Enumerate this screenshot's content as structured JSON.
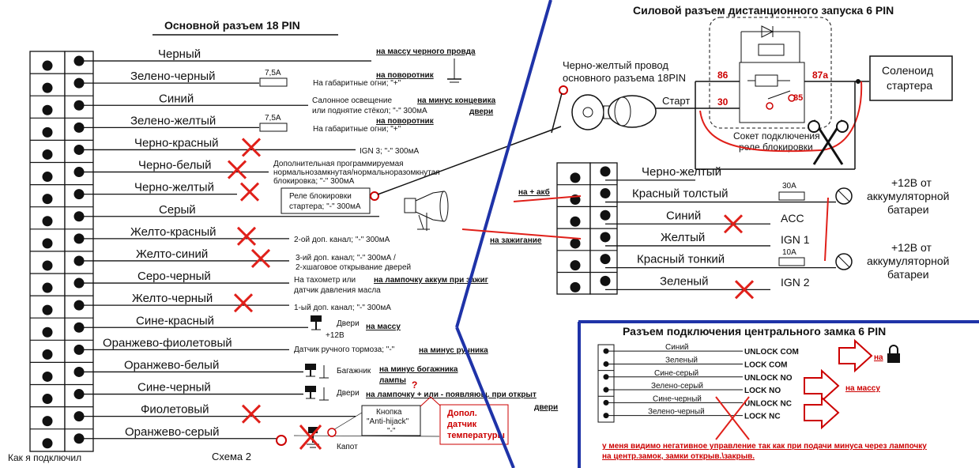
{
  "main": {
    "title": "Основной разъем 18 PIN",
    "scheme": "Схема 2",
    "corner": "Как я подключил",
    "wires": [
      {
        "label": "Черный",
        "cross": false
      },
      {
        "label": "Зелено-черный",
        "cross": false
      },
      {
        "label": "Синий",
        "cross": false
      },
      {
        "label": "Зелено-желтый",
        "cross": false
      },
      {
        "label": "Черно-красный",
        "cross": true
      },
      {
        "label": "Черно-белый",
        "cross": true
      },
      {
        "label": "Черно-желтый",
        "cross": true
      },
      {
        "label": "Серый",
        "cross": false
      },
      {
        "label": "Желто-красный",
        "cross": true
      },
      {
        "label": "Желто-синий",
        "cross": true
      },
      {
        "label": "Серо-черный",
        "cross": false
      },
      {
        "label": "Желто-черный",
        "cross": true
      },
      {
        "label": "Сине-красный",
        "cross": false
      },
      {
        "label": "Оранжево-фиолетовый",
        "cross": false
      },
      {
        "label": "Оранжево-белый",
        "cross": false
      },
      {
        "label": "Сине-черный",
        "cross": false
      },
      {
        "label": "Фиолетовый",
        "cross": true
      },
      {
        "label": "Оранжево-серый",
        "cross": false
      }
    ],
    "texts": {
      "fuse1": "7,5А",
      "fuse2": "7,5А",
      "gab1": "На габаритные огни; \"+\"",
      "gab2": "На габаритные огни; \"+\"",
      "salon1": "Салонное освещение",
      "salon2": "или поднятие стёкол; \"-\" 300мА",
      "ign3": "IGN 3; \"-\" 300мА",
      "prog1": "Дополнительная программируемая",
      "prog2": "нормальнозамкнутая/нормальноразомкнутая",
      "prog3": "блокировка; \"-\" 300мА",
      "relay1": "Реле блокировки",
      "relay2": "стартера; \"-\" 300мА",
      "ch2": "2-ой доп. канал; \"-\" 300мА",
      "ch3a": "3-ий доп. канал; \"-\" 300мА /",
      "ch3b": "2-хшаговое открывание дверей",
      "tach1": "На тахометр или",
      "tach2": "датчик давления масла",
      "ch1": "1-ый доп. канал; \"-\" 300мА",
      "doors": "Двери",
      "plus12": "+12В",
      "hb": "Датчик ручного тормоза; \"-\"",
      "trunk": "Багажник",
      "doors2": "Двери",
      "btn1": "Кнопка",
      "btn2": "\"Anti-hijack\"",
      "btn3": "\"-\"",
      "hood": "Капот",
      "qmark": "?"
    },
    "notes": {
      "mass_black": "на массу черного провда",
      "turn1": "на поворотник",
      "minus_door1": "на минус концевика",
      "minus_door2": "двери",
      "turn2": "на поворотник",
      "lamp_acc": "на лампочку аккум при зажиг",
      "mass": "на массу",
      "hb_minus": "на минус ручника",
      "trunk1": "на минус богажника",
      "trunk2": "лампы",
      "doors_lamp": "на лампочку + или - появляющ. при открыт",
      "doors_lamp2": "двери",
      "temp1": "Допол.",
      "temp2": "датчик",
      "temp3": "температуры"
    }
  },
  "power": {
    "title": "Силовой разъем дистанционного запуска 6 PIN",
    "wire_desc1": "Черно-желтый провод",
    "wire_desc2": "основного разъема 18PIN",
    "start": "Старт",
    "p86": "86",
    "p30": "30",
    "p87a": "87a",
    "p85": "85",
    "socket1": "Сокет подключения",
    "socket2": "реле блокировки",
    "sol1": "Соленоид",
    "sol2": "стартера",
    "wires": [
      "Черно-желтый",
      "Красный толстый",
      "Синий",
      "Желтый",
      "Красный тонкий",
      "Зеленый"
    ],
    "fuse30": "30А",
    "fuse10": "10А",
    "acc": "ACC",
    "ign1": "IGN 1",
    "ign2": "IGN 2",
    "bat_a1": "+12В от",
    "bat_a2": "аккумуляторной",
    "bat_a3": "батареи",
    "bat_b1": "+12В от",
    "bat_b2": "аккумуляторной",
    "bat_b3": "батареи",
    "note_akb": "на + акб",
    "note_ign": "на зажигание"
  },
  "lock": {
    "title": "Разъем подключения центрального замка 6 PIN",
    "wires": [
      "Синий",
      "Зеленый",
      "Сине-серый",
      "Зелено-серый",
      "Сине-черный",
      "Зелено-черный"
    ],
    "signals": [
      "UNLOCK COM",
      "LOCK COM",
      "UNLOCK NO",
      "LOCK NO",
      "UNLOCK NC",
      "LOCK NC"
    ],
    "note_na": "на",
    "note_mass": "на массу",
    "bottom1": "у меня видимо негативное управление так как при подачи минуса через лампочку",
    "bottom2": "на центр.замок, замки открыв.\\закрыв."
  },
  "colors": {
    "cross": "#e0201a",
    "note_red": "#c00000",
    "divider": "#1f33a8"
  }
}
